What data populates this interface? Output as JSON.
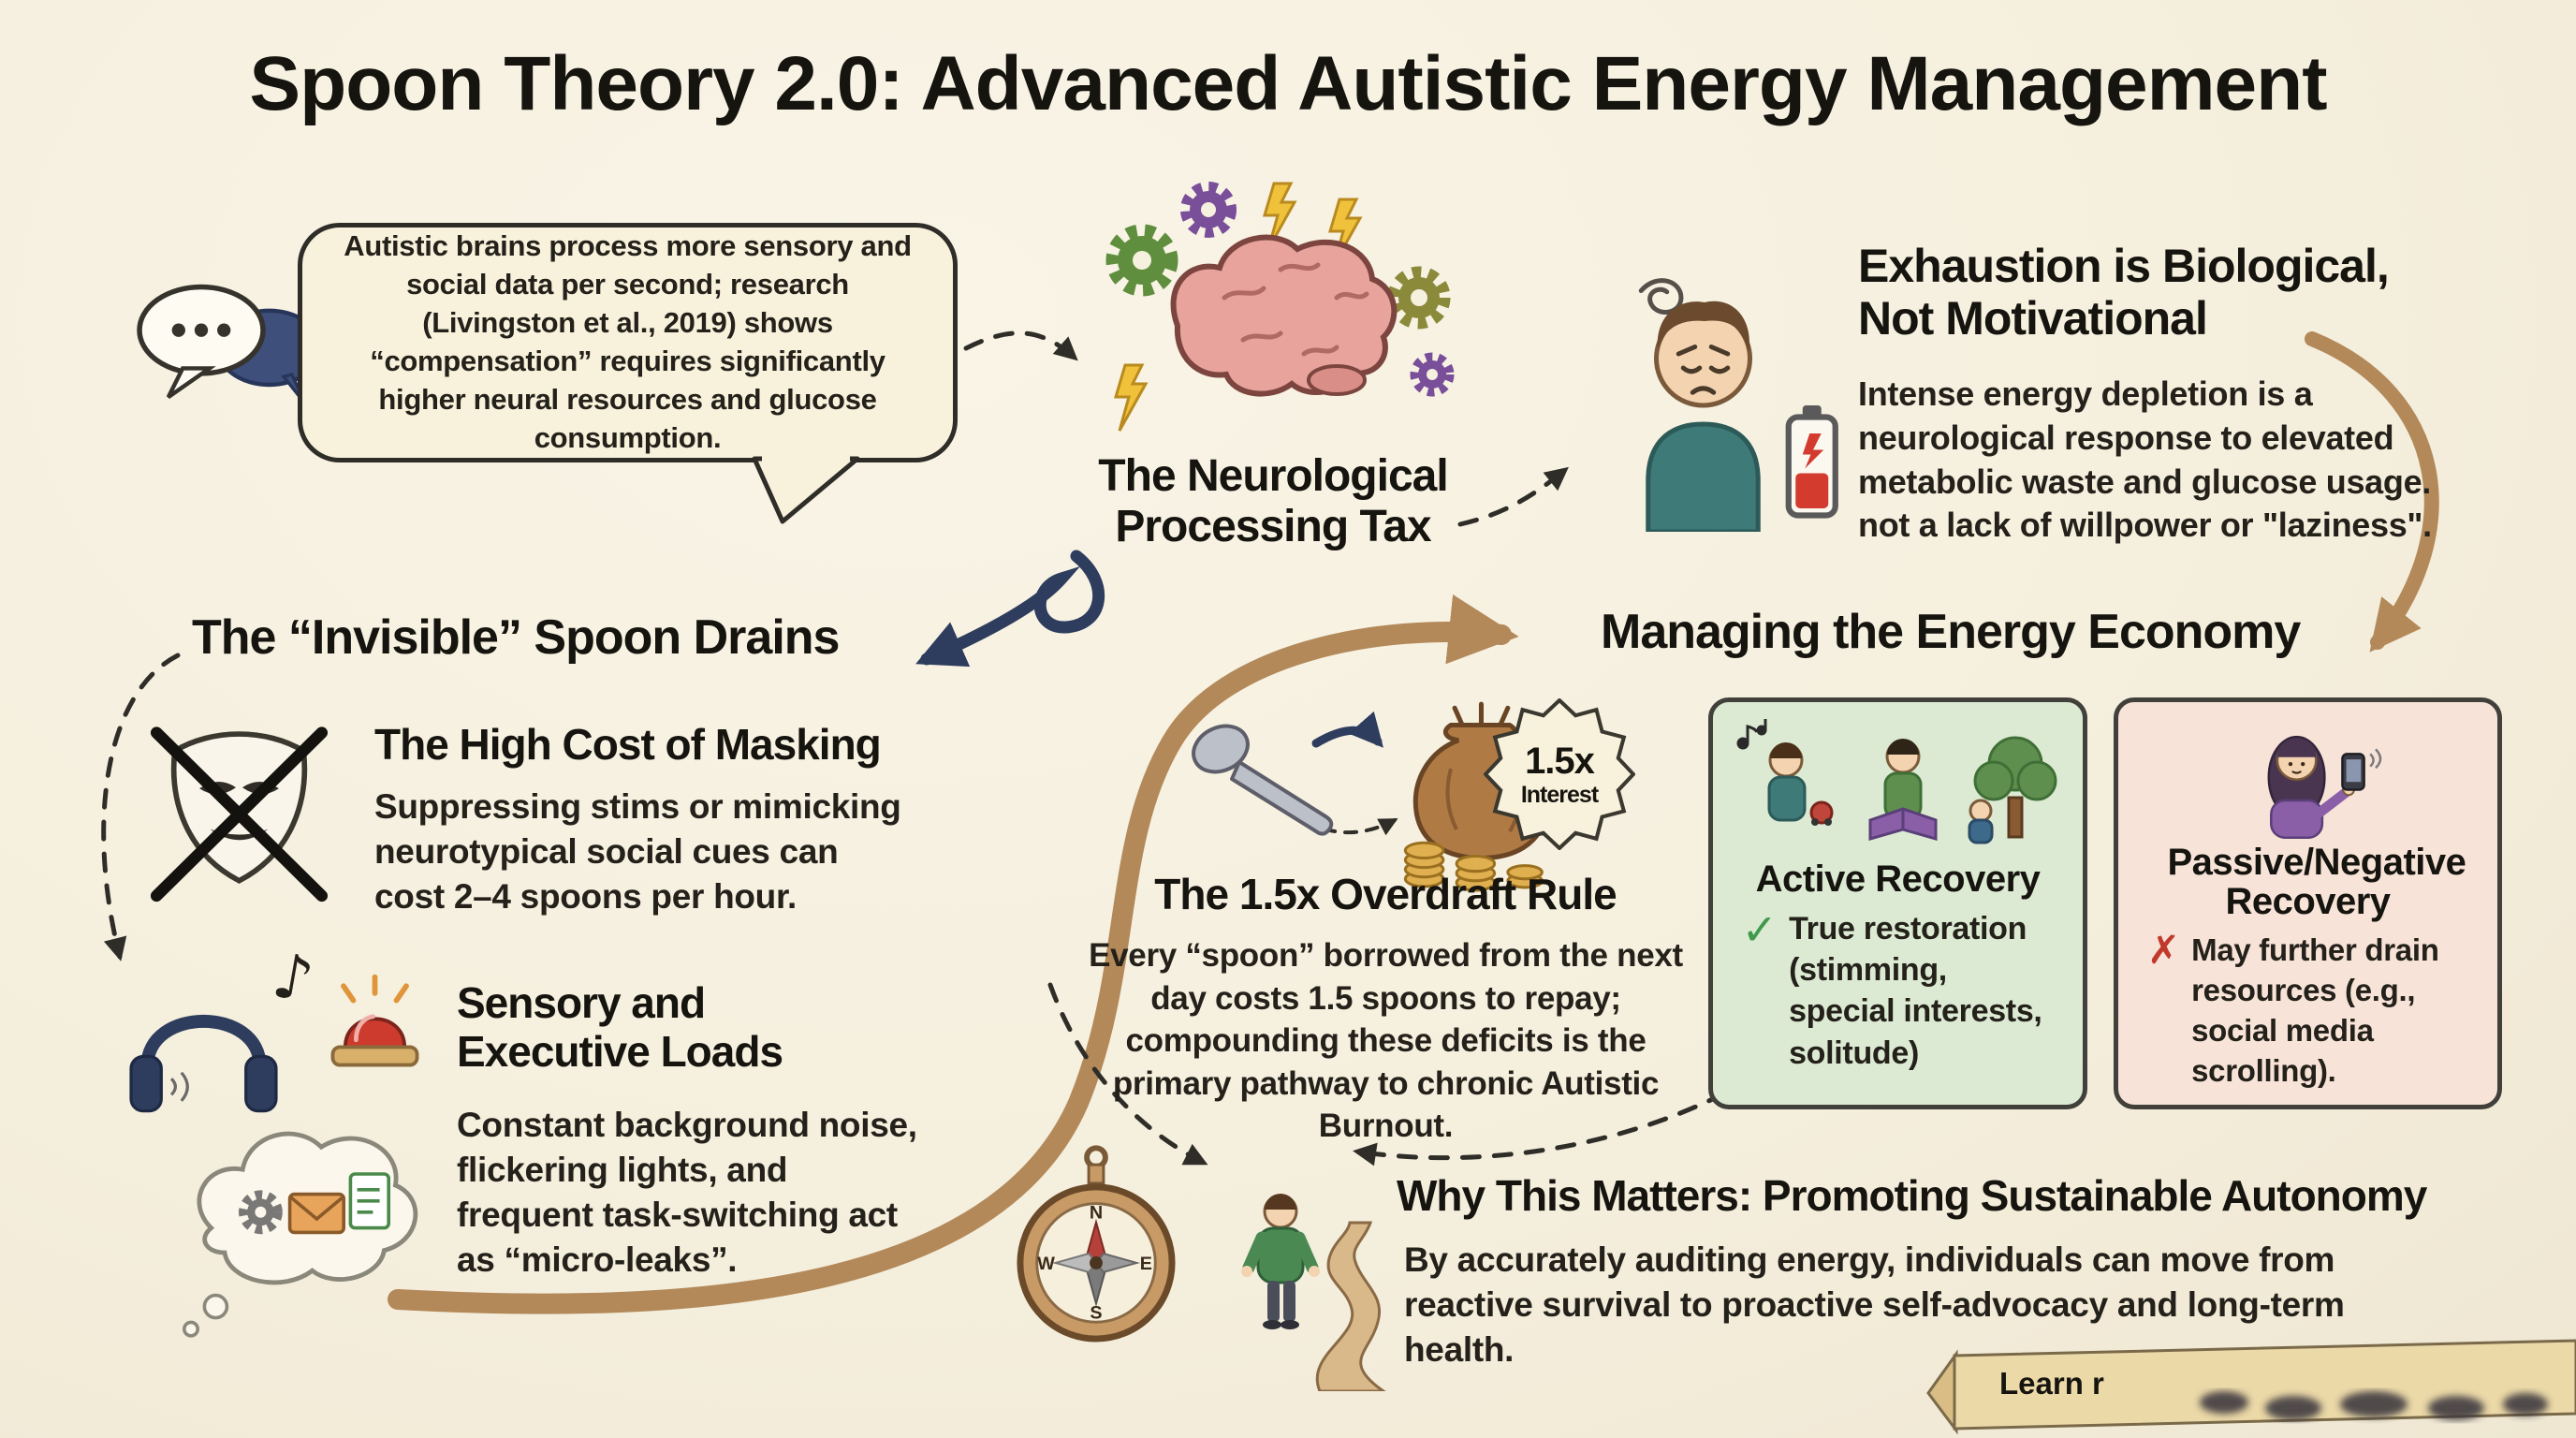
{
  "title": "Spoon Theory 2.0: Advanced Autistic Energy Management",
  "research_bubble": {
    "text": "Autistic brains process more sensory and social data per second; research (Livingston et al., 2019) shows “compensation” requires significantly higher neural resources and glucose consumption."
  },
  "neuro_tax": {
    "title": "The Neurological Processing Tax"
  },
  "exhaustion": {
    "title_line1": "Exhaustion is Biological,",
    "title_line2": "Not Motivational",
    "body": "Intense energy depletion is a neurological response to elevated metabolic waste and glucose usage. not a lack of willpower or \"laziness\"."
  },
  "invisible_drains": {
    "title": "The “Invisible” Spoon Drains"
  },
  "masking": {
    "title": "The High Cost of Masking",
    "body": "Suppressing stims or mimicking neurotypical social cues can cost 2–4 spoons per hour."
  },
  "sensory": {
    "title": "Sensory and Executive Loads",
    "body": "Constant background noise, flickering lights, and frequent task-switching act as “micro-leaks”."
  },
  "overdraft": {
    "badge_value": "1.5x",
    "badge_label": "Interest",
    "title": "The 1.5x Overdraft Rule",
    "body": "Every “spoon” borrowed from the next day costs 1.5 spoons to repay; compounding these deficits is the primary pathway to chronic Autistic Burnout."
  },
  "economy": {
    "title": "Managing the Energy Economy"
  },
  "active_recovery": {
    "title": "Active Recovery",
    "check_glyph": "✓",
    "body": "True restoration (stimming, special interests, solitude)"
  },
  "passive_recovery": {
    "title": "Passive/Negative Recovery",
    "cross_glyph": "✗",
    "body": "May further drain resources (e.g., social media scrolling)."
  },
  "why_matters": {
    "title": "Why This Matters: Promoting Sustainable Autonomy",
    "body": "By accurately auditing energy, individuals can move from reactive survival to proactive self-advocacy and long-term health."
  },
  "ribbon": {
    "label": "Learn r"
  },
  "compass": {
    "north": "N",
    "east": "E",
    "south": "S",
    "west": "W"
  },
  "icons": {
    "music_note": "♪"
  },
  "colors": {
    "background": "#f5efde",
    "ink": "#16140f",
    "accent_arrow": "#b3895a",
    "active_card_bg": "#dcead3",
    "passive_card_bg": "#f7e3d8",
    "check_green": "#3f9a4e",
    "cross_red": "#c0392b",
    "brain_pink": "#e7a39c",
    "navy": "#2e3d5e"
  }
}
